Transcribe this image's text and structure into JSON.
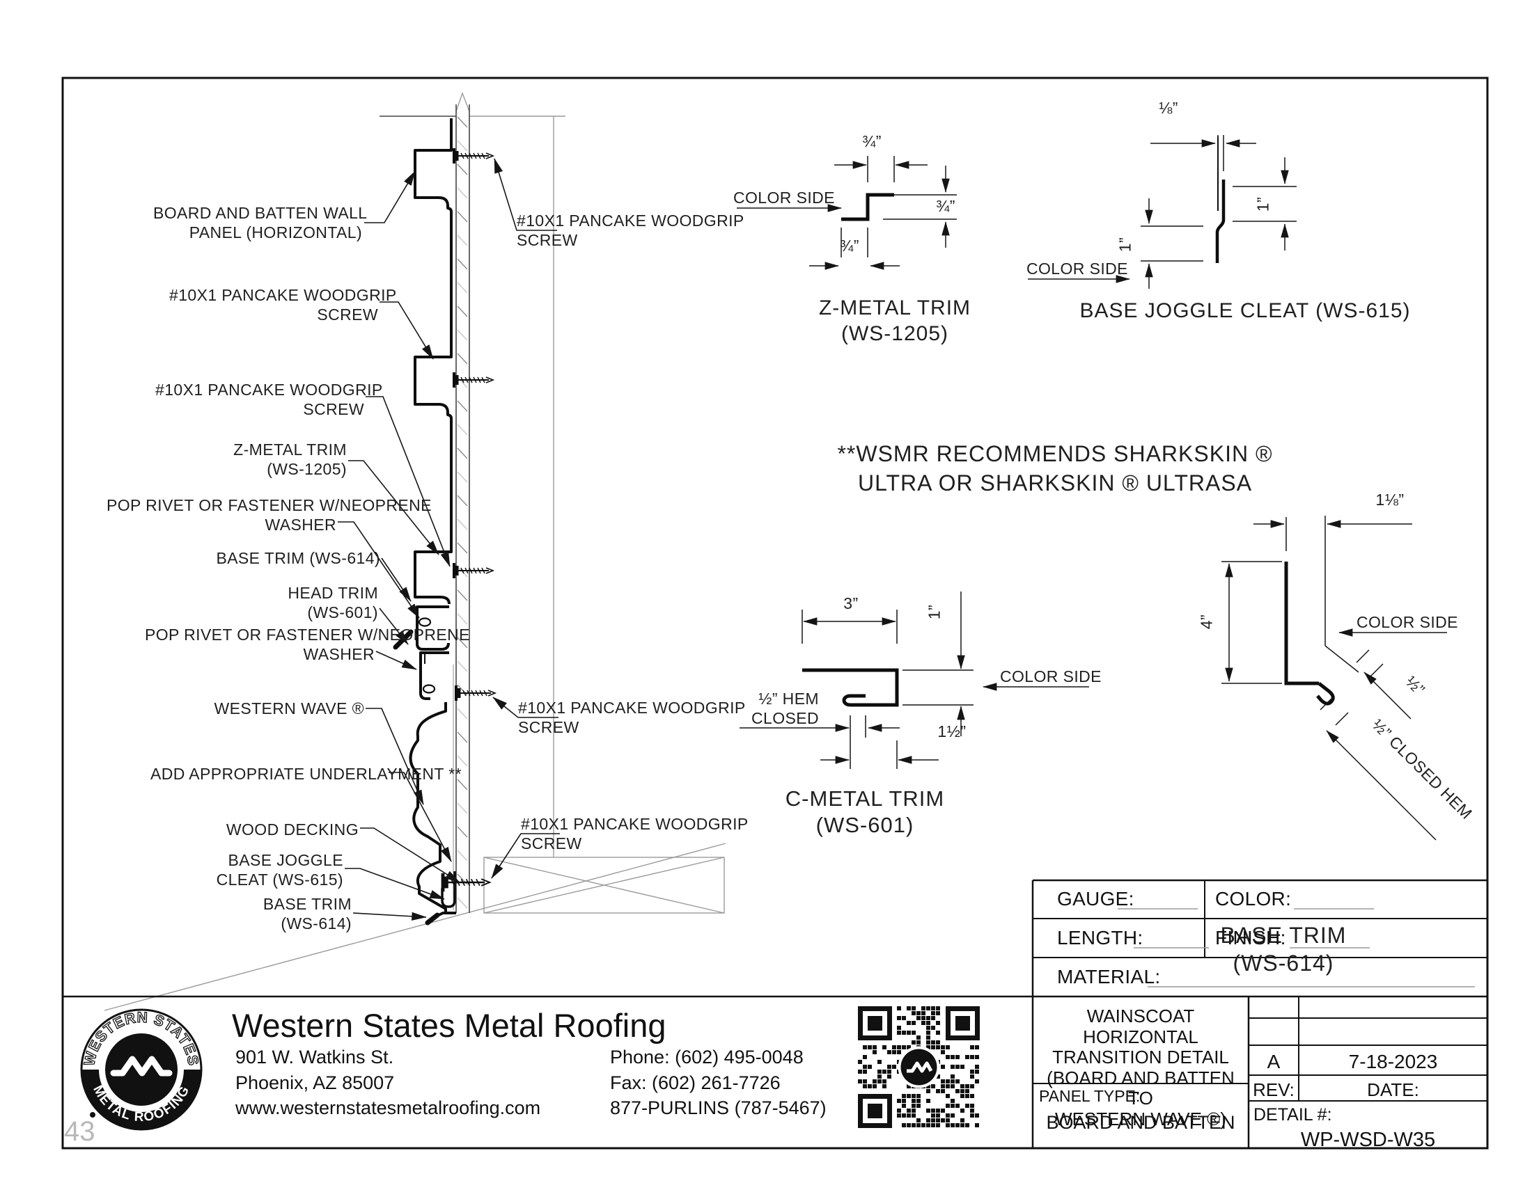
{
  "sheet": {
    "number": "43"
  },
  "drawing": {
    "left_labels": [
      {
        "line1": "BOARD AND BATTEN  WALL",
        "line2": "PANEL (HORIZONTAL)"
      },
      {
        "line1": "#10X1 PANCAKE WOODGRIP",
        "line2": "SCREW"
      },
      {
        "line1": "#10X1 PANCAKE WOODGRIP",
        "line2": "SCREW"
      },
      {
        "line1": "Z-METAL TRIM",
        "line2": "(WS-1205)"
      },
      {
        "line1": "POP RIVET OR FASTENER W/NEOPRENE",
        "line2": "WASHER"
      },
      {
        "line1": "BASE TRIM (WS-614)",
        "line2": ""
      },
      {
        "line1": "HEAD TRIM",
        "line2": "(WS-601)"
      },
      {
        "line1": "POP RIVET OR FASTENER W/NEOPRENE",
        "line2": "WASHER"
      },
      {
        "line1": "WESTERN WAVE ®",
        "line2": ""
      },
      {
        "line1": "ADD APPROPRIATE UNDERLAYMENT **",
        "line2": ""
      },
      {
        "line1": "WOOD DECKING",
        "line2": ""
      },
      {
        "line1": "BASE JOGGLE",
        "line2": "CLEAT (WS-615)"
      },
      {
        "line1": "BASE TRIM",
        "line2": "(WS-614)"
      }
    ],
    "right_labels": [
      {
        "line1": "#10X1 PANCAKE WOODGRIP",
        "line2": "SCREW"
      },
      {
        "line1": "#10X1 PANCAKE WOODGRIP",
        "line2": "SCREW"
      },
      {
        "line1": "#10X1 PANCAKE WOODGRIP",
        "line2": "SCREW"
      }
    ],
    "note_line1": "**WSMR RECOMMENDS SHARKSKIN ®",
    "note_line2": "ULTRA OR SHARKSKIN ® ULTRASA"
  },
  "details": {
    "z_metal": {
      "title": "Z-METAL TRIM",
      "subtitle": "(WS-1205)",
      "color_side": "COLOR SIDE",
      "dim_top": "¾”",
      "dim_right": "¾”",
      "dim_bottom": "¾”"
    },
    "base_joggle": {
      "title": "BASE JOGGLE CLEAT (WS-615)",
      "color_side": "COLOR SIDE",
      "dim_top": "⅛”",
      "dim_left": "1”",
      "dim_right": "1”"
    },
    "c_metal": {
      "title": "C-METAL TRIM",
      "subtitle": "(WS-601)",
      "color_side": "COLOR SIDE",
      "dim_top": "3”",
      "dim_right": "1”",
      "dim_width": "1½”",
      "hem_line1": "½” HEM",
      "hem_line2": "CLOSED"
    },
    "base_trim": {
      "title": "BASE TRIM",
      "subtitle": "(WS-614)",
      "color_side": "COLOR SIDE",
      "dim_top": "1⅛”",
      "dim_left": "4”",
      "dim_hem": "½”",
      "dim_hem_note": "½” CLOSED HEM"
    }
  },
  "spec_table": {
    "gauge": "GAUGE:",
    "color": "COLOR:",
    "length": "LENGTH:",
    "finish": "FINISH:",
    "material": "MATERIAL:"
  },
  "title_block": {
    "line1": "WAINSCOAT HORIZONTAL",
    "line2": "TRANSITION DETAIL",
    "line3": "(BOARD AND BATTEN TO",
    "line4": "WESTERN WAVE ®)",
    "panel_type_label": "PANEL TYPE:",
    "panel_type": "BOARD AND BATTEN",
    "rev_value": "A",
    "date_value": "7-18-2023",
    "rev_label": "REV:",
    "date_label": "DATE:",
    "detail_label": "DETAIL #:",
    "detail_number": "WP-WSD-W35"
  },
  "company": {
    "name": "Western States Metal Roofing",
    "address1": "901 W. Watkins St.",
    "address2": "Phoenix, AZ 85007",
    "website": "www.westernstatesmetalroofing.com",
    "phone": "Phone: (602) 495-0048",
    "fax": "Fax: (602) 261-7726",
    "tollfree": "877-PURLINS (787-5467)",
    "logo_top": "WESTERN STATES",
    "logo_bottom": "METAL ROOFING"
  }
}
